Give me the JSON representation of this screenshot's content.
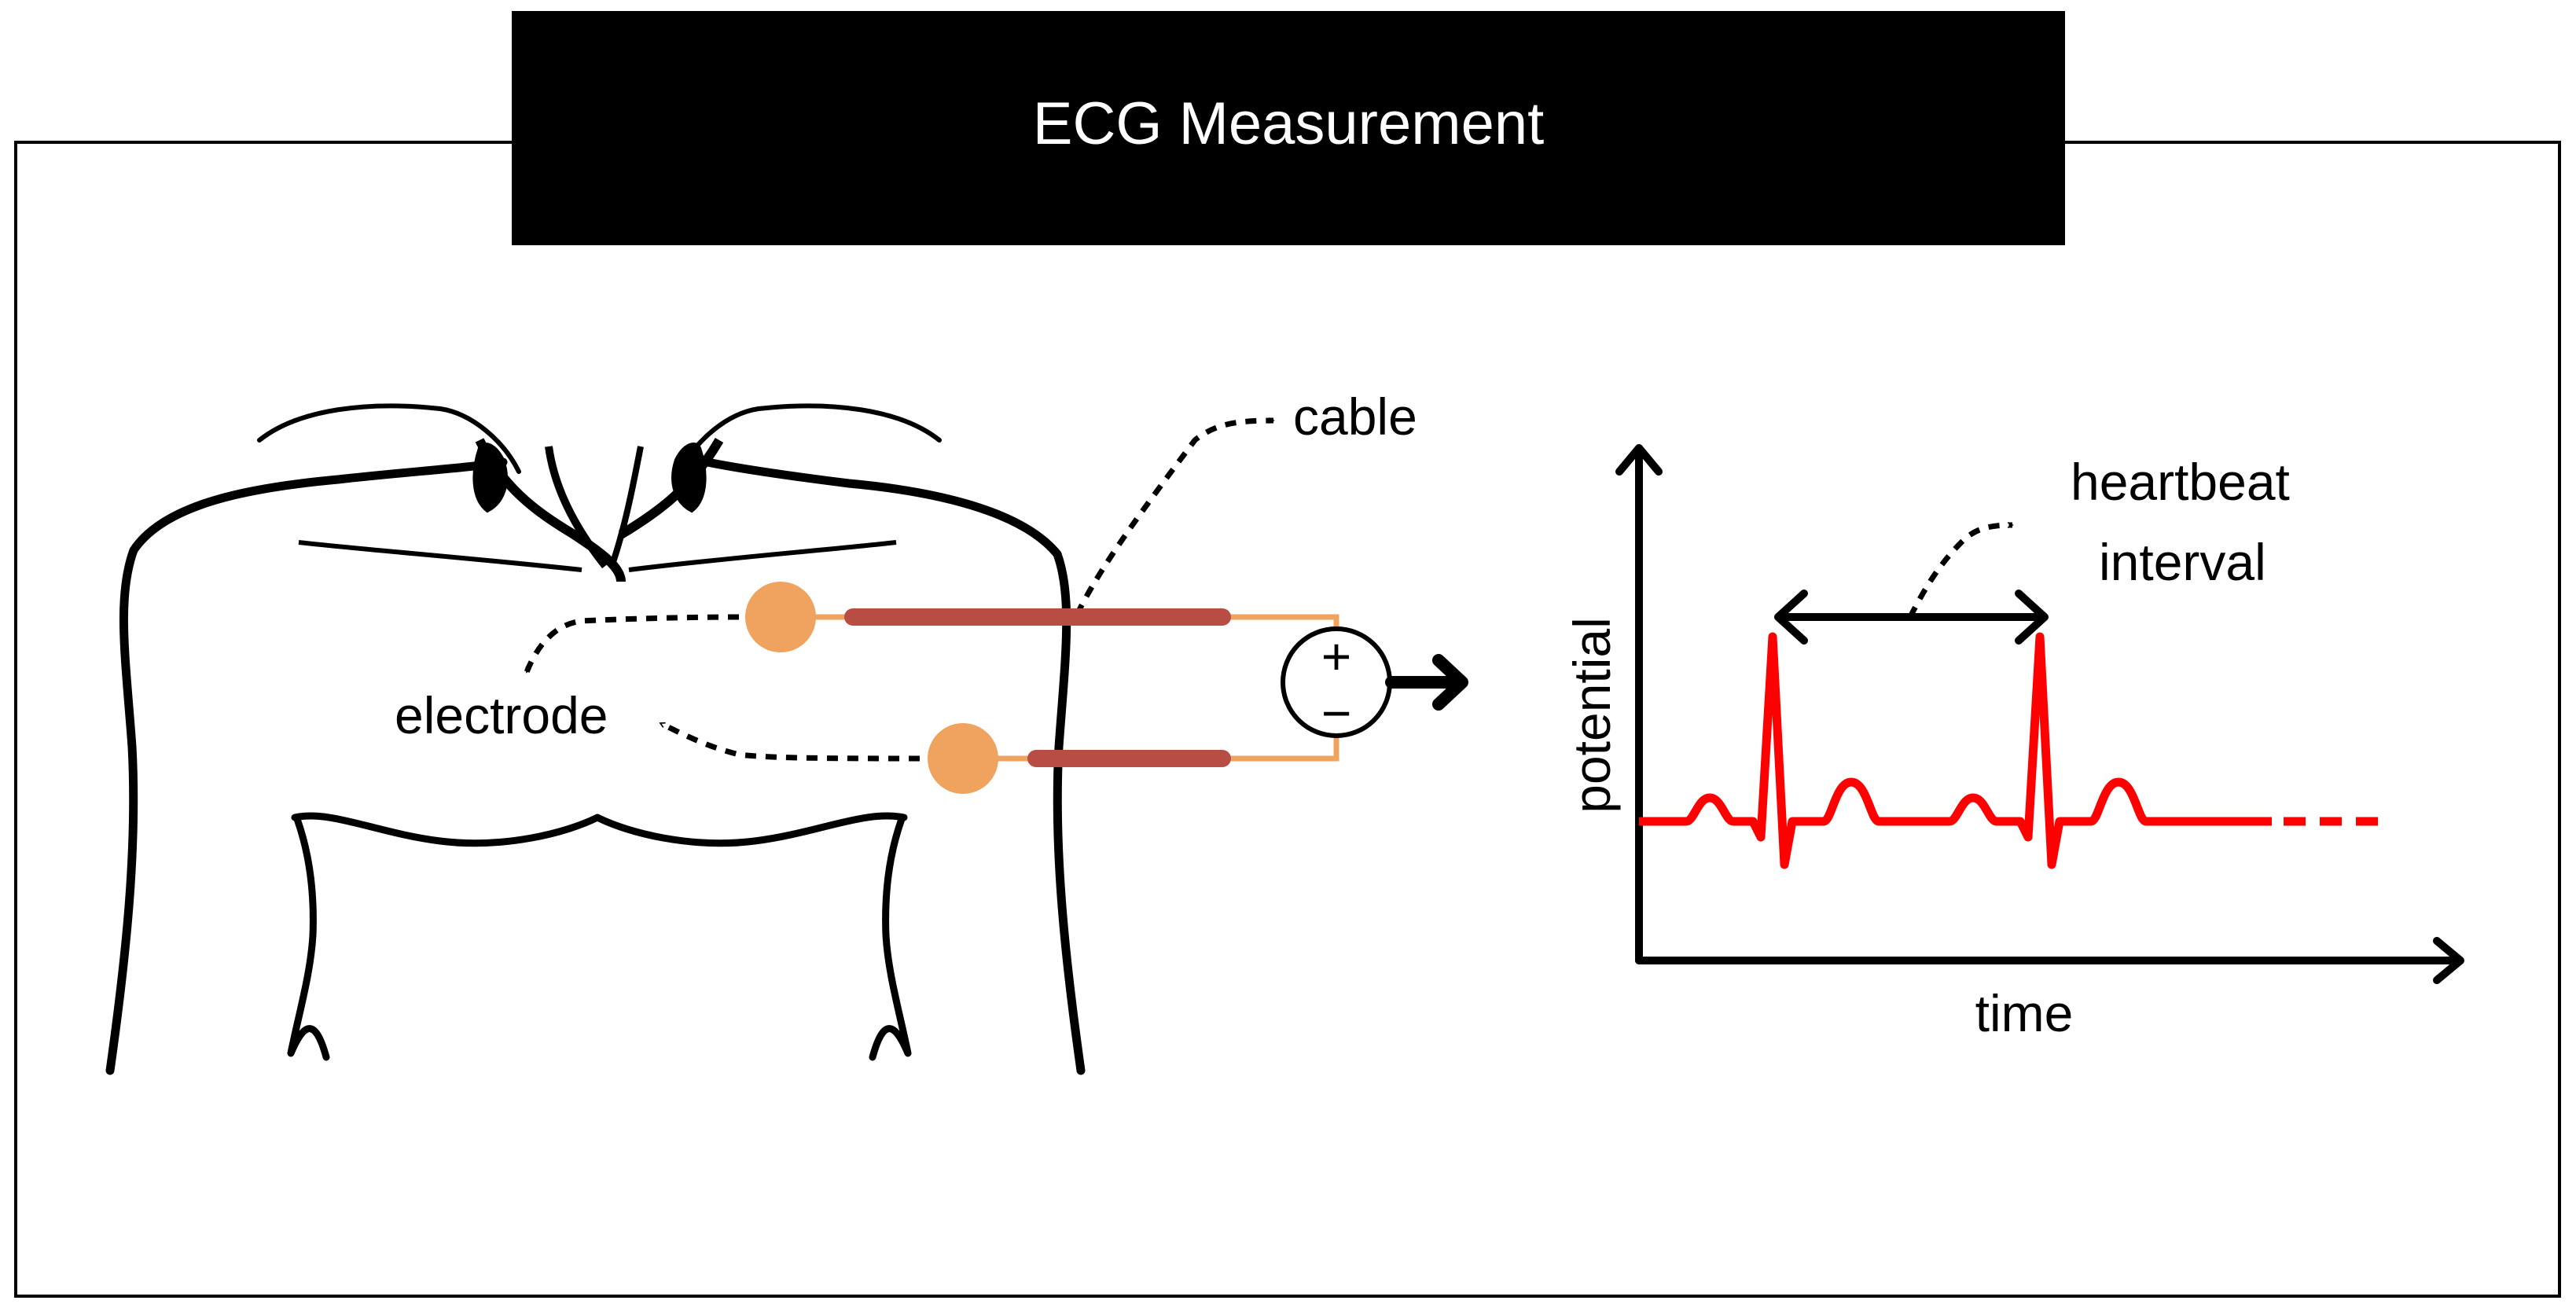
{
  "title": "ECG Measurement",
  "labels": {
    "cable": "cable",
    "electrode": "electrode",
    "plus": "+",
    "minus": "−",
    "heartbeat": "heartbeat",
    "interval": "interval",
    "x_axis": "time",
    "y_axis": "potential"
  },
  "colors": {
    "frame": "#000000",
    "title_bg": "#000000",
    "title_text": "#ffffff",
    "electrode": "#f0a35e",
    "wire": "#f0a35e",
    "cable": "#b84e43",
    "ecg_trace": "#ff0000"
  },
  "icons": [
    "voltage-source-icon",
    "output-arrow-icon",
    "dashed-pointer-arrow-icon",
    "double-headed-arrow-icon"
  ]
}
